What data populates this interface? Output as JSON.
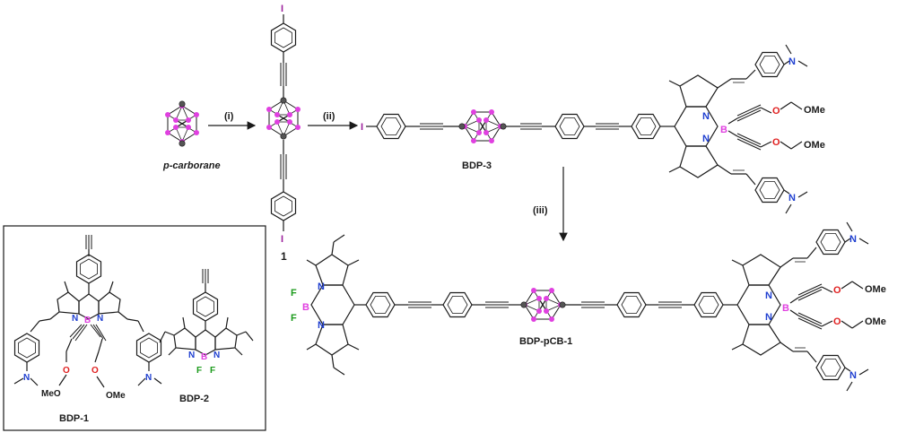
{
  "labels": {
    "p_carborane": "p-carborane",
    "compound_1": "1",
    "bdp3": "BDP-3",
    "bdp_pcb1": "BDP-pCB-1",
    "bdp1": "BDP-1",
    "bdp2": "BDP-2"
  },
  "steps": {
    "i": "(i)",
    "ii": "(ii)",
    "iii": "(iii)"
  },
  "atoms": {
    "iodine": "I",
    "nitrogen": "N",
    "boron": "B",
    "fluorine": "F",
    "oxygen": "O",
    "ome": "OMe",
    "meo": "MeO"
  },
  "colors": {
    "bond": "#1a1a1a",
    "cage": "#e040e0",
    "iodine": "#9b1f9b",
    "nitrogen": "#1f3fd0",
    "boron": "#e040e0",
    "fluorine": "#1a9a1a",
    "oxygen": "#e02020"
  }
}
